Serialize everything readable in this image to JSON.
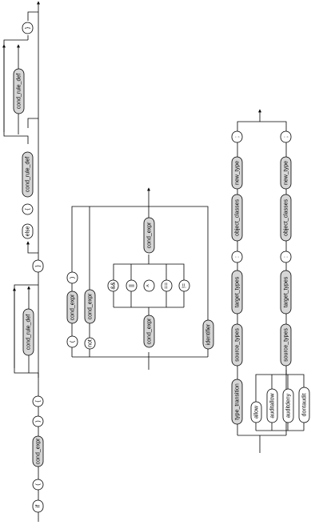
{
  "diagrams": {
    "conditional": {
      "tokens": [
        "if",
        "(",
        "cond_expr",
        ")",
        "{",
        "cond_rule_def",
        "}",
        "else",
        "{",
        "cond_rule_def",
        "}"
      ]
    },
    "cond_expr": {
      "tokens": [
        "(",
        "cond_expr",
        ")",
        "not",
        "cond_expr",
        "cond_expr",
        "&&",
        "||",
        "^",
        "==",
        "!=",
        "cond_expr",
        "identifier"
      ]
    },
    "type_rules": {
      "tokens": [
        "type_transition",
        "source_types",
        "target_types",
        ":",
        "object_classes",
        "new_type",
        ";",
        "allow",
        "auditallow",
        "auditdeny",
        "dontaudit",
        "source_types",
        "target_types",
        ":",
        "object_classes",
        "new_type",
        ";"
      ]
    }
  }
}
